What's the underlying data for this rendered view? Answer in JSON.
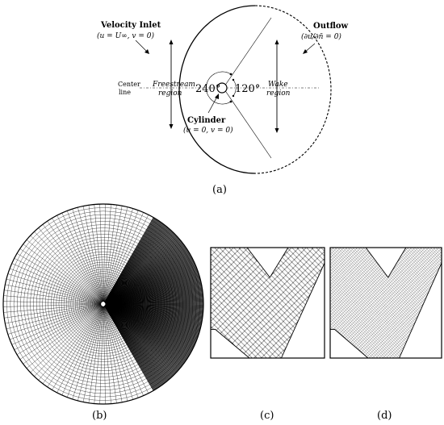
{
  "labels": {
    "velocity_inlet_title": "Velocity Inlet",
    "velocity_inlet_eq": "(u = U∞, v = 0)",
    "outflow_title": "Outflow",
    "outflow_eq": "(∂u/∂n̄ = 0)",
    "center_line_1": "Center",
    "center_line_2": "line",
    "freestream_1": "Freestream",
    "freestream_2": "region",
    "wake_1": "Wake",
    "wake_2": "region",
    "angle_left": "240°",
    "angle_right": "120°",
    "cylinder_title": "Cylinder",
    "cylinder_eq": "(u = 0, v = 0)"
  },
  "panels": {
    "a": "(a)",
    "b": "(b)",
    "c": "(c)",
    "d": "(d)"
  },
  "colors": {
    "stroke": "#000000",
    "mesh_fine": "#5a5a5a",
    "background": "#ffffff"
  }
}
